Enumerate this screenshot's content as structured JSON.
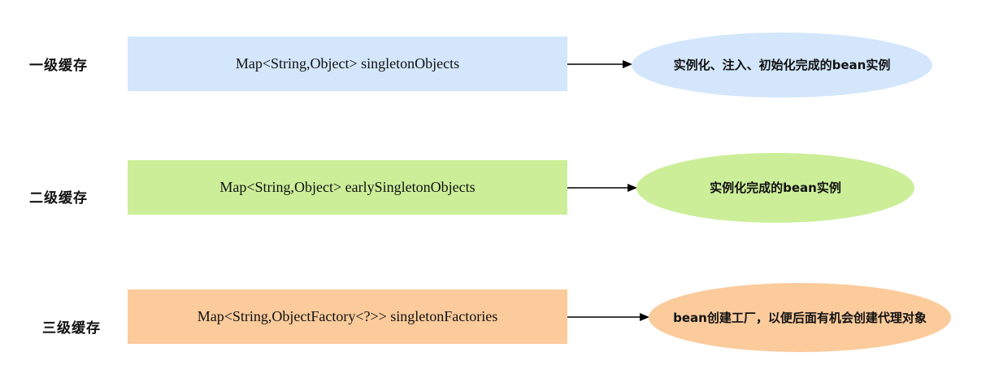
{
  "levels": [
    {
      "label": "一级缓存",
      "map": "Map<String,Object> singletonObjects",
      "description": "实例化、注入、初始化完成的bean实例",
      "box_color": "#d3e6fb",
      "ellipse_color": "#d3e6fb"
    },
    {
      "label": "二级缓存",
      "map": "Map<String,Object> earlySingletonObjects",
      "description": "实例化完成的bean实例",
      "box_color": "#ccee99",
      "ellipse_color": "#ccee99"
    },
    {
      "label": "三级缓存",
      "map": "Map<String,ObjectFactory<?>> singletonFactories",
      "description": "bean创建工厂，以便后面有机会创建代理对象",
      "box_color": "#fbcb9c",
      "ellipse_color": "#fbcb9c"
    }
  ],
  "arrow_color": "#000000"
}
